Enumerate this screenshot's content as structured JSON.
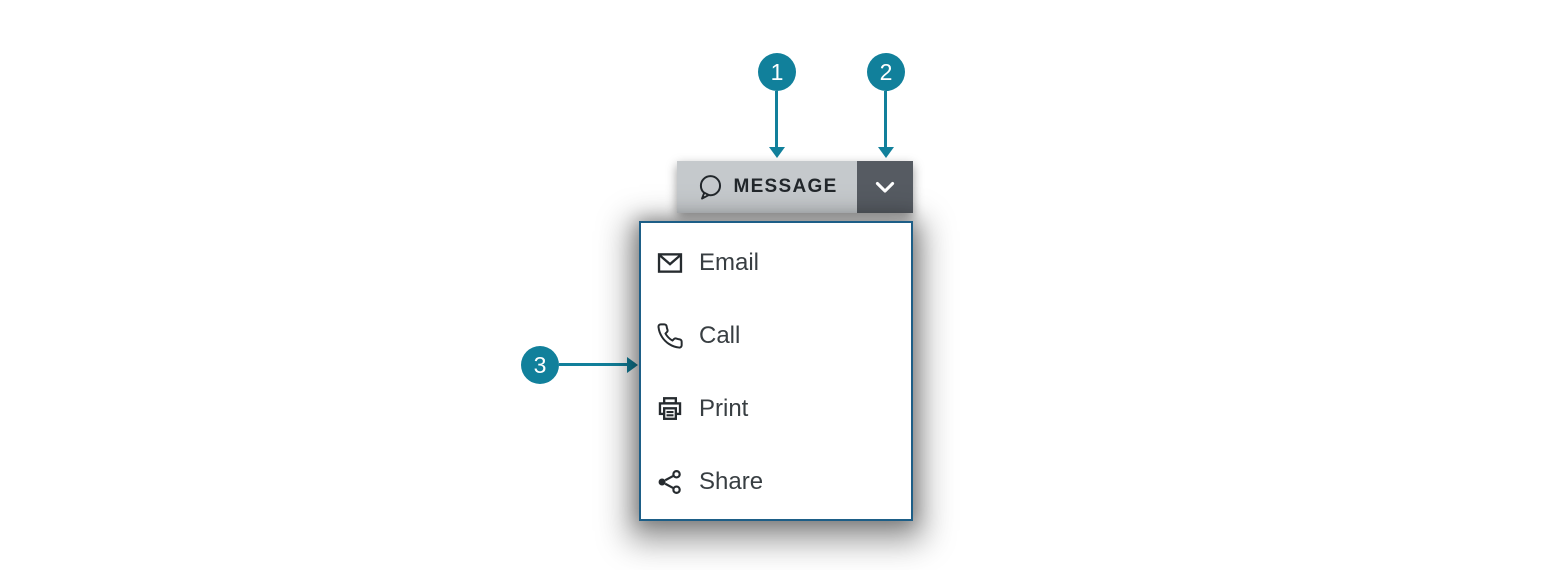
{
  "split_button": {
    "label": "MESSAGE"
  },
  "menu": {
    "items": [
      {
        "label": "Email",
        "icon": "email-icon"
      },
      {
        "label": "Call",
        "icon": "call-icon"
      },
      {
        "label": "Print",
        "icon": "print-icon"
      },
      {
        "label": "Share",
        "icon": "share-icon"
      }
    ]
  },
  "callouts": [
    {
      "number": "1"
    },
    {
      "number": "2"
    },
    {
      "number": "3"
    }
  ],
  "colors": {
    "teal_accent": "#11809B",
    "button_bg": "#C5C9CC",
    "toggle_bg": "#565B62",
    "panel_border": "#1D5E87",
    "button_text": "#22272B",
    "menu_text": "#383E42"
  }
}
